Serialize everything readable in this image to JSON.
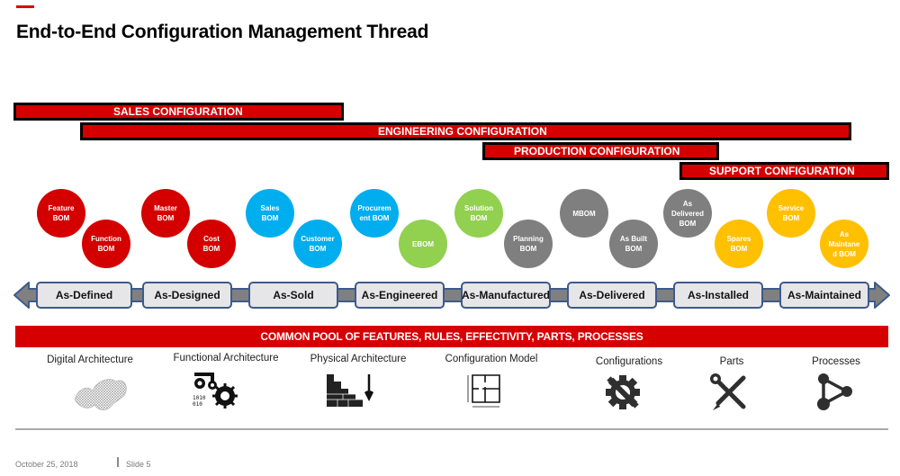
{
  "header": {
    "title": "End-to-End Configuration Management Thread",
    "accent_color": "#e00000"
  },
  "config_bars": [
    {
      "id": "sales",
      "label": "SALES CONFIGURATION"
    },
    {
      "id": "engineering",
      "label": "ENGINEERING CONFIGURATION"
    },
    {
      "id": "production",
      "label": "PRODUCTION CONFIGURATION"
    },
    {
      "id": "support",
      "label": "SUPPORT CONFIGURATION"
    }
  ],
  "bom_colors": {
    "red": "#d40000",
    "blue": "#00aeef",
    "green": "#92d050",
    "gray": "#7f7f7f",
    "yellow": "#ffc000"
  },
  "boms": [
    {
      "lines": [
        "Feature",
        "BOM"
      ],
      "color": "red"
    },
    {
      "lines": [
        "Function",
        "BOM"
      ],
      "color": "red"
    },
    {
      "lines": [
        "Master",
        "BOM"
      ],
      "color": "red"
    },
    {
      "lines": [
        "Cost",
        "BOM"
      ],
      "color": "red"
    },
    {
      "lines": [
        "Sales",
        "BOM"
      ],
      "color": "blue"
    },
    {
      "lines": [
        "Customer",
        "BOM"
      ],
      "color": "blue"
    },
    {
      "lines": [
        "Procurem",
        "ent BOM"
      ],
      "color": "blue"
    },
    {
      "lines": [
        "EBOM"
      ],
      "color": "green"
    },
    {
      "lines": [
        "Solution",
        "BOM"
      ],
      "color": "green"
    },
    {
      "lines": [
        "Planning",
        "BOM"
      ],
      "color": "gray"
    },
    {
      "lines": [
        "MBOM"
      ],
      "color": "gray"
    },
    {
      "lines": [
        "As Built",
        "BOM"
      ],
      "color": "gray"
    },
    {
      "lines": [
        "As",
        "Delivered",
        "BOM"
      ],
      "color": "gray"
    },
    {
      "lines": [
        "Spares",
        "BOM"
      ],
      "color": "yellow"
    },
    {
      "lines": [
        "Service",
        "BOM"
      ],
      "color": "yellow"
    },
    {
      "lines": [
        "As",
        "Maintane",
        "d BOM"
      ],
      "color": "yellow"
    }
  ],
  "lifecycle_stages": [
    "As-Defined",
    "As-Designed",
    "As-Sold",
    "As-Engineered",
    "As-Manufactured",
    "As-Delivered",
    "As-Installed",
    "As-Maintained"
  ],
  "common_pool": {
    "label": "COMMON POOL OF FEATURES, RULES, EFFECTIVITY, PARTS, PROCESSES"
  },
  "architecture_items": [
    {
      "label": "Digital Architecture",
      "icon": "mesh-surface-icon"
    },
    {
      "label": "Functional Architecture",
      "icon": "gears-binary-icon"
    },
    {
      "label": "Physical Architecture",
      "icon": "brick-wall-trowel-icon"
    },
    {
      "label": "Configuration Model",
      "icon": "floor-plan-icon"
    },
    {
      "label": "Configurations",
      "icon": "wrench-gear-icon"
    },
    {
      "label": "Parts",
      "icon": "wrench-pencil-icon"
    },
    {
      "label": "Processes",
      "icon": "process-nodes-icon"
    }
  ],
  "footer": {
    "date": "October 25, 2018",
    "slide": "Slide 5"
  }
}
